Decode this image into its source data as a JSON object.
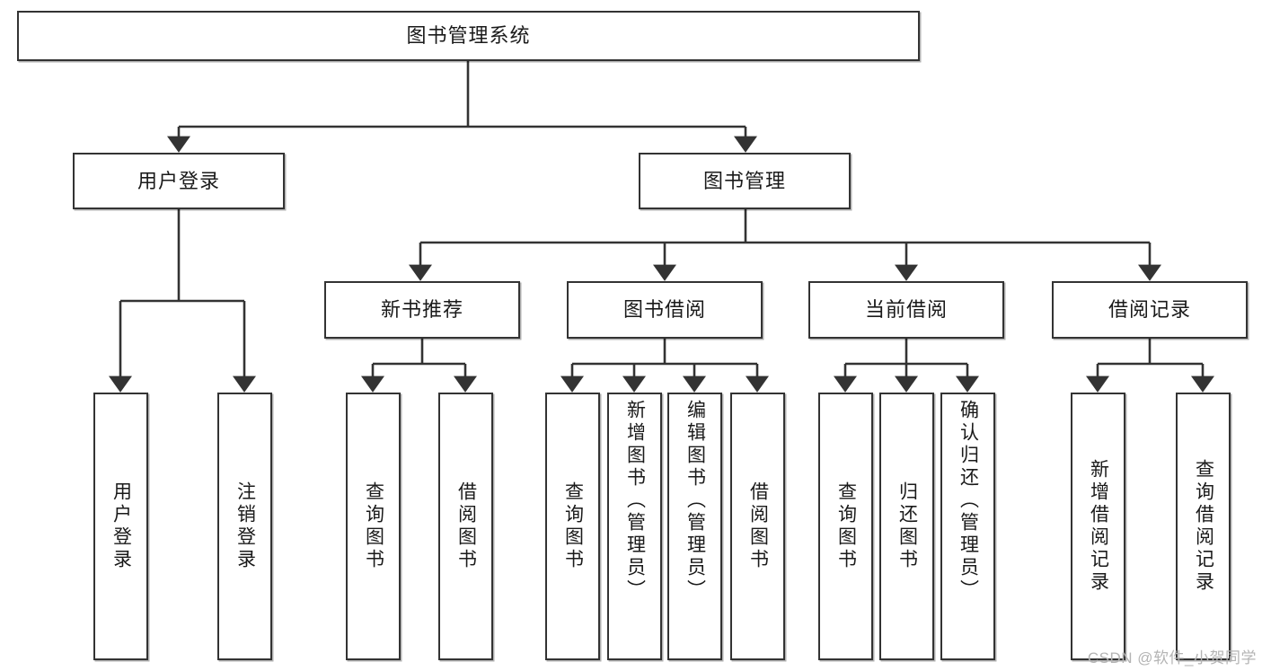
{
  "diagram": {
    "title": "图书管理系统",
    "type": "tree-hierarchy",
    "root": {
      "label": "图书管理系统"
    },
    "level2": [
      {
        "label": "用户登录"
      },
      {
        "label": "图书管理"
      }
    ],
    "level3": [
      {
        "label": "新书推荐"
      },
      {
        "label": "图书借阅"
      },
      {
        "label": "当前借阅"
      },
      {
        "label": "借阅记录"
      }
    ],
    "leaves": {
      "user_login": [
        {
          "label": "用户登录"
        },
        {
          "label": "注销登录"
        }
      ],
      "new_book_recommend": [
        {
          "label": "查询图书"
        },
        {
          "label": "借阅图书"
        }
      ],
      "book_borrow": [
        {
          "label": "查询图书"
        },
        {
          "label": "新增图书（管理员）"
        },
        {
          "label": "编辑图书（管理员）"
        },
        {
          "label": "借阅图书"
        }
      ],
      "current_borrow": [
        {
          "label": "查询图书"
        },
        {
          "label": "归还图书"
        },
        {
          "label": "确认归还（管理员）"
        }
      ],
      "borrow_record": [
        {
          "label": "新增借阅记录"
        },
        {
          "label": "查询借阅记录"
        }
      ]
    }
  },
  "watermark": {
    "text": "CSDN @软件_小贺同学"
  },
  "colors": {
    "border": "#333333",
    "fill": "#ffffff",
    "text": "#1a1a1a",
    "watermark": "#b4b4b4"
  }
}
